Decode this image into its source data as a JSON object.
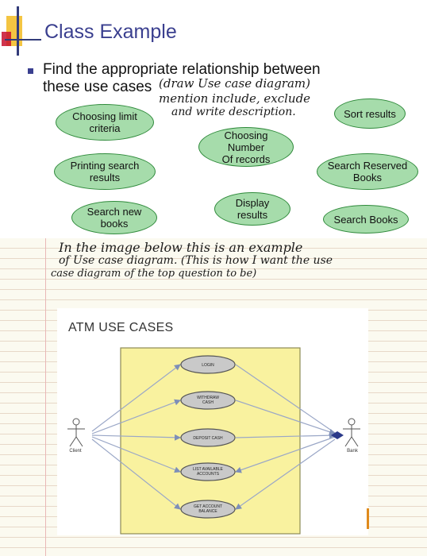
{
  "slide": {
    "title": "Class Example",
    "question_line1": "Find the appropriate relationship between",
    "question_line2": "these use cases",
    "handwriting": {
      "line1": "(draw Use case diagram)",
      "line2": "mention include, exclude",
      "line3": "and write description."
    },
    "use_cases": {
      "choosing_limit": [
        "Choosing limit",
        "criteria"
      ],
      "choosing_number": [
        "Choosing",
        "Number",
        "Of records"
      ],
      "sort_results": [
        "Sort results"
      ],
      "printing_search": [
        "Printing search",
        "results"
      ],
      "search_reserved": [
        "Search Reserved",
        "Books"
      ],
      "display_results": [
        "Display",
        "results"
      ],
      "search_new": [
        "Search new",
        "books"
      ],
      "search_books": [
        "Search Books"
      ]
    },
    "colors": {
      "title": "#3a3f8f",
      "oval_fill": "#a6dcab",
      "oval_border": "#2f8a3b"
    }
  },
  "notes": {
    "line1": "In the image below this is an example",
    "line2": "of Use case diagram. (This is how I want the use",
    "line3": "case diagram of the top question to be)"
  },
  "atm": {
    "title": "ATM  USE CASES",
    "actors": {
      "client": "Client",
      "bank": "Bank"
    },
    "use_cases": {
      "login": [
        "LOGIN"
      ],
      "withdraw": [
        "WITHDRAW",
        "CASH"
      ],
      "deposit": [
        "DEPOSIT CASH"
      ],
      "list_accounts": [
        "LIST AVAILABLE",
        "ACCOUNTS"
      ],
      "get_balance": [
        "GET ACCOUNT",
        "BALANCE"
      ]
    },
    "colors": {
      "system_fill": "#f9f29f",
      "system_border": "#8d8a55",
      "oval_fill": "#c9c9c9"
    }
  }
}
